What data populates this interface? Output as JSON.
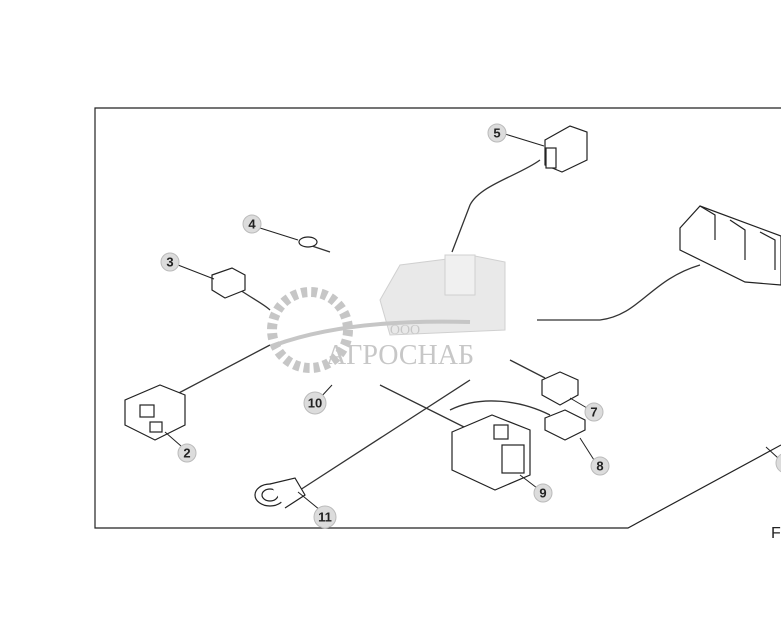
{
  "diagram": {
    "callouts": [
      {
        "label": "2"
      },
      {
        "label": "3"
      },
      {
        "label": "4"
      },
      {
        "label": "5"
      },
      {
        "label": "7"
      },
      {
        "label": "8"
      },
      {
        "label": "9"
      },
      {
        "label": "10"
      },
      {
        "label": "11"
      }
    ],
    "edge_fragment": "F"
  },
  "watermark": {
    "prefix": "ООО",
    "name": "АГРОСНАБ"
  },
  "colors": {
    "line": "#222222",
    "callout_fill": "#dcdcdc",
    "watermark": "#9a9a9a"
  }
}
